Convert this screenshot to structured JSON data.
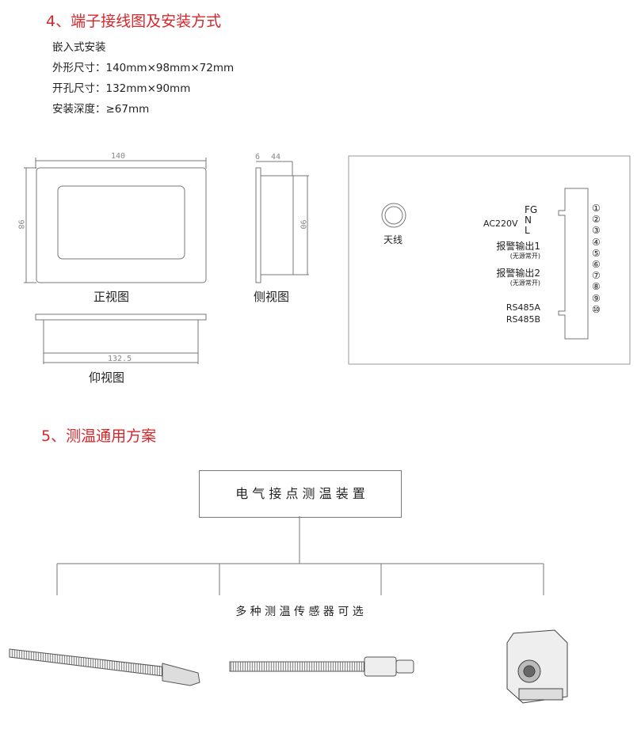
{
  "section4": {
    "title": "4、端子接线图及安装方式",
    "specs": [
      "嵌入式安装",
      "外形尺寸：140mm×98mm×72mm",
      "开孔尺寸：132mm×90mm",
      "安装深度：≥67mm"
    ],
    "front_view": {
      "caption": "正视图",
      "width_dim": "140",
      "height_dim": "98"
    },
    "side_view": {
      "caption": "侧视图",
      "dim_a": "6",
      "dim_b": "44",
      "height_dim": "90"
    },
    "bottom_view": {
      "caption": "仰视图",
      "width_dim": "132.5"
    },
    "wiring": {
      "antenna_label": "天线",
      "ac_label": "AC220V",
      "terminals": {
        "fg": "FG",
        "n": "N",
        "l": "L",
        "alarm1": "报警输出1",
        "alarm1_note": "(无源常开)",
        "alarm2": "报警输出2",
        "alarm2_note": "(无源常开)",
        "rs485a": "RS485A",
        "rs485b": "RS485B"
      },
      "numbers": [
        "①",
        "②",
        "③",
        "④",
        "⑤",
        "⑥",
        "⑦",
        "⑧",
        "⑨",
        "⑩"
      ]
    }
  },
  "section5": {
    "title": "5、测温通用方案",
    "root_box": "电 气 接 点 测 温 装 置",
    "branch_label": "多 种 测 温 传 感 器 可 选"
  },
  "colors": {
    "heading": "#d8262b"
  }
}
